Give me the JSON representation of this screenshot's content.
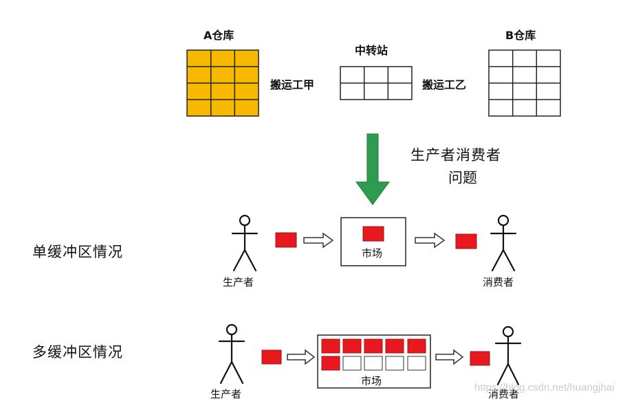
{
  "top": {
    "warehouse_a": "A仓库",
    "transfer_station": "中转站",
    "warehouse_b": "B仓库",
    "porter_a": "搬运工甲",
    "porter_b": "搬运工乙"
  },
  "problem_label_line1": "生产者消费者",
  "problem_label_line2": "问题",
  "single_buffer": {
    "title": "单缓冲区情况",
    "producer": "生产者",
    "market": "市场",
    "consumer": "消费者"
  },
  "multi_buffer": {
    "title": "多缓冲区情况",
    "producer": "生产者",
    "market": "市场",
    "consumer": "消费者"
  },
  "watermark": "https://blog.csdn.net/huangjhai",
  "colors": {
    "warehouse_fill": "#F7B800",
    "item_red": "#E8191E",
    "arrow_green": "#2E9B4E",
    "line": "#222222"
  }
}
